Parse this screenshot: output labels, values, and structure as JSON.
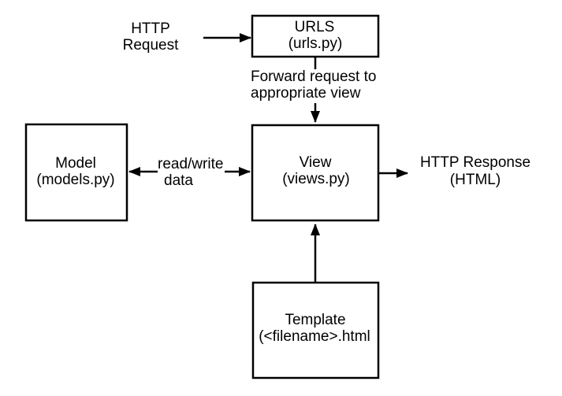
{
  "boxes": {
    "urls": {
      "title": "URLS",
      "subtitle": "(urls.py)"
    },
    "model": {
      "title": "Model",
      "subtitle": "(models.py)"
    },
    "view": {
      "title": "View",
      "subtitle": "(views.py)"
    },
    "template": {
      "title": "Template",
      "subtitle": "(<filename>.html"
    }
  },
  "labels": {
    "http_request": {
      "line1": "HTTP",
      "line2": "Request"
    },
    "forward": {
      "line1": "Forward request to",
      "line2": "appropriate view"
    },
    "read_write": {
      "line1": "read/write",
      "line2": "data"
    },
    "http_response": {
      "line1": "HTTP Response",
      "line2": "(HTML)"
    }
  },
  "colors": {
    "line": "#000000",
    "background": "#ffffff",
    "box_fill": "#ffffff",
    "text": "#000000"
  }
}
